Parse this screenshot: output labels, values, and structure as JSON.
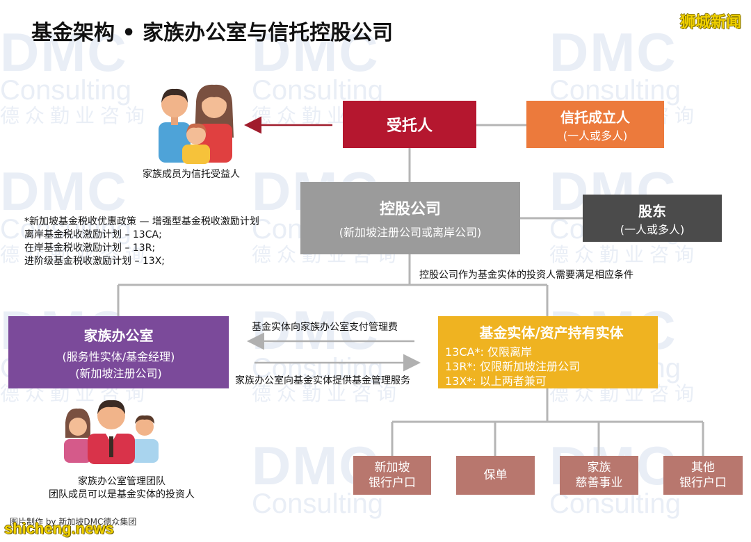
{
  "title": "基金架构 • 家族办公室与信托控股公司",
  "brand_top": "狮城新闻",
  "brand_bottom": "shicheng.news",
  "credit": "图片制作 by 新加坡DMC德众集团",
  "watermark": {
    "line1": "DMC",
    "line2": "Consulting",
    "line3": "德众勤业咨询"
  },
  "icons": {
    "family": "family-icon",
    "team": "team-icon"
  },
  "colors": {
    "trustee": "#b5172f",
    "settlor": "#ec7a3c",
    "holding": "#9b9b9b",
    "shareholder": "#4b4b4b",
    "office": "#7b4a9a",
    "fund": "#efb321",
    "account": "#b8776e",
    "arrow": "#a01c2c"
  },
  "family_caption": "家族成员为信托受益人",
  "trustee": {
    "label": "受托人"
  },
  "settlor": {
    "label": "信托成立人",
    "sub": "(一人或多人)"
  },
  "holding": {
    "label": "控股公司",
    "sub": "(新加坡注册公司或离岸公司)"
  },
  "shareholder": {
    "label": "股东",
    "sub": "(一人或多人)"
  },
  "tax_note": [
    "*新加坡基金税收优惠政策 — 增强型基金税收激励计划",
    "离岸基金税收激励计划 – 13CA;",
    "在岸基金税收激励计划 – 13R;",
    "进阶级基金税收激励计划 – 13X;"
  ],
  "condition_label": "控股公司作为基金实体的投资人需要满足相应条件",
  "family_office": {
    "label": "家族办公室",
    "sub1": "(服务性实体/基金经理)",
    "sub2": "(新加坡注册公司)"
  },
  "fund_entity": {
    "label": "基金实体/资产持有实体",
    "lines": [
      "13CA*: 仅限离岸",
      "13R*: 仅限新加坡注册公司",
      "13X*: 以上两者兼可"
    ]
  },
  "pay_label": "基金实体向家族办公室支付管理费",
  "service_label": "家族办公室向基金实体提供基金管理服务",
  "team_caption": [
    "家族办公室管理团队",
    "团队成员可以是基金实体的投资人"
  ],
  "accounts": [
    {
      "line1": "新加坡",
      "line2": "银行户口"
    },
    {
      "line1": "保单",
      "line2": ""
    },
    {
      "line1": "家族",
      "line2": "慈善事业"
    },
    {
      "line1": "其他",
      "line2": "银行户口"
    }
  ]
}
